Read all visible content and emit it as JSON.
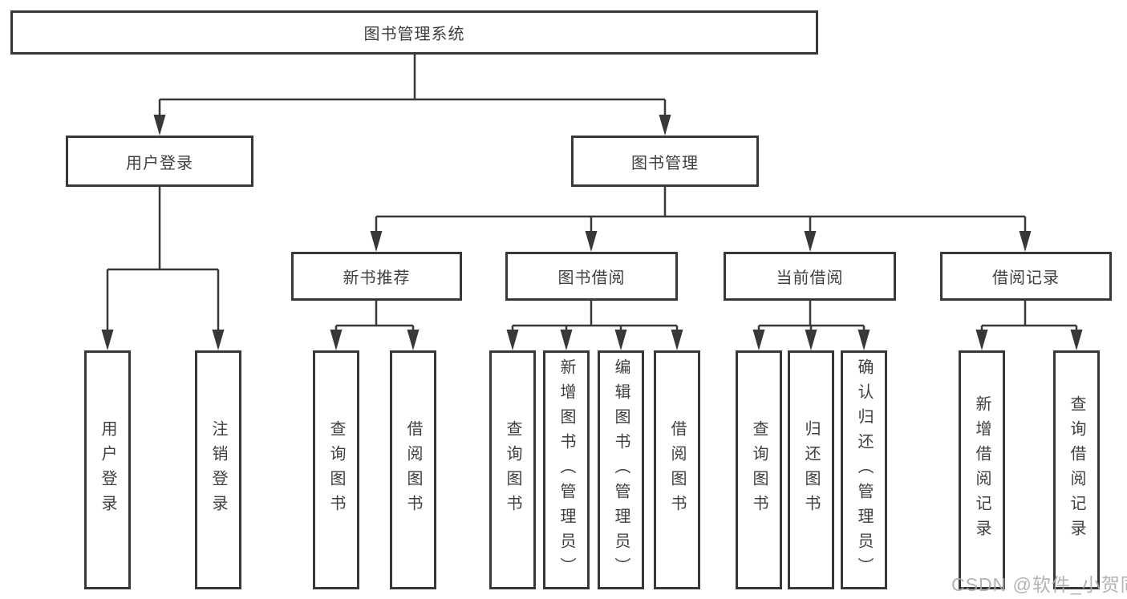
{
  "tree": {
    "root": {
      "label": "图书管理系统"
    },
    "branches": [
      {
        "label": "用户登录",
        "children": [
          {
            "label": "用户登录"
          },
          {
            "label": "注销登录"
          }
        ]
      },
      {
        "label": "图书管理",
        "children": [
          {
            "label": "新书推荐",
            "children": [
              {
                "label": "查询图书"
              },
              {
                "label": "借阅图书"
              }
            ]
          },
          {
            "label": "图书借阅",
            "children": [
              {
                "label": "查询图书"
              },
              {
                "label": "新增图书（管理员）"
              },
              {
                "label": "编辑图书（管理员）"
              },
              {
                "label": "借阅图书"
              }
            ]
          },
          {
            "label": "当前借阅",
            "children": [
              {
                "label": "查询图书"
              },
              {
                "label": "归还图书"
              },
              {
                "label": "确认归还（管理员）"
              }
            ]
          },
          {
            "label": "借阅记录",
            "children": [
              {
                "label": "新增借阅记录"
              },
              {
                "label": "查询借阅记录"
              }
            ]
          }
        ]
      }
    ]
  },
  "watermark": {
    "text": "CSDN @软件_小贺同学"
  },
  "colors": {
    "line": "#383838",
    "text": "#3f3f3f",
    "watermark": "#a8a8a8",
    "background": "#ffffff"
  }
}
